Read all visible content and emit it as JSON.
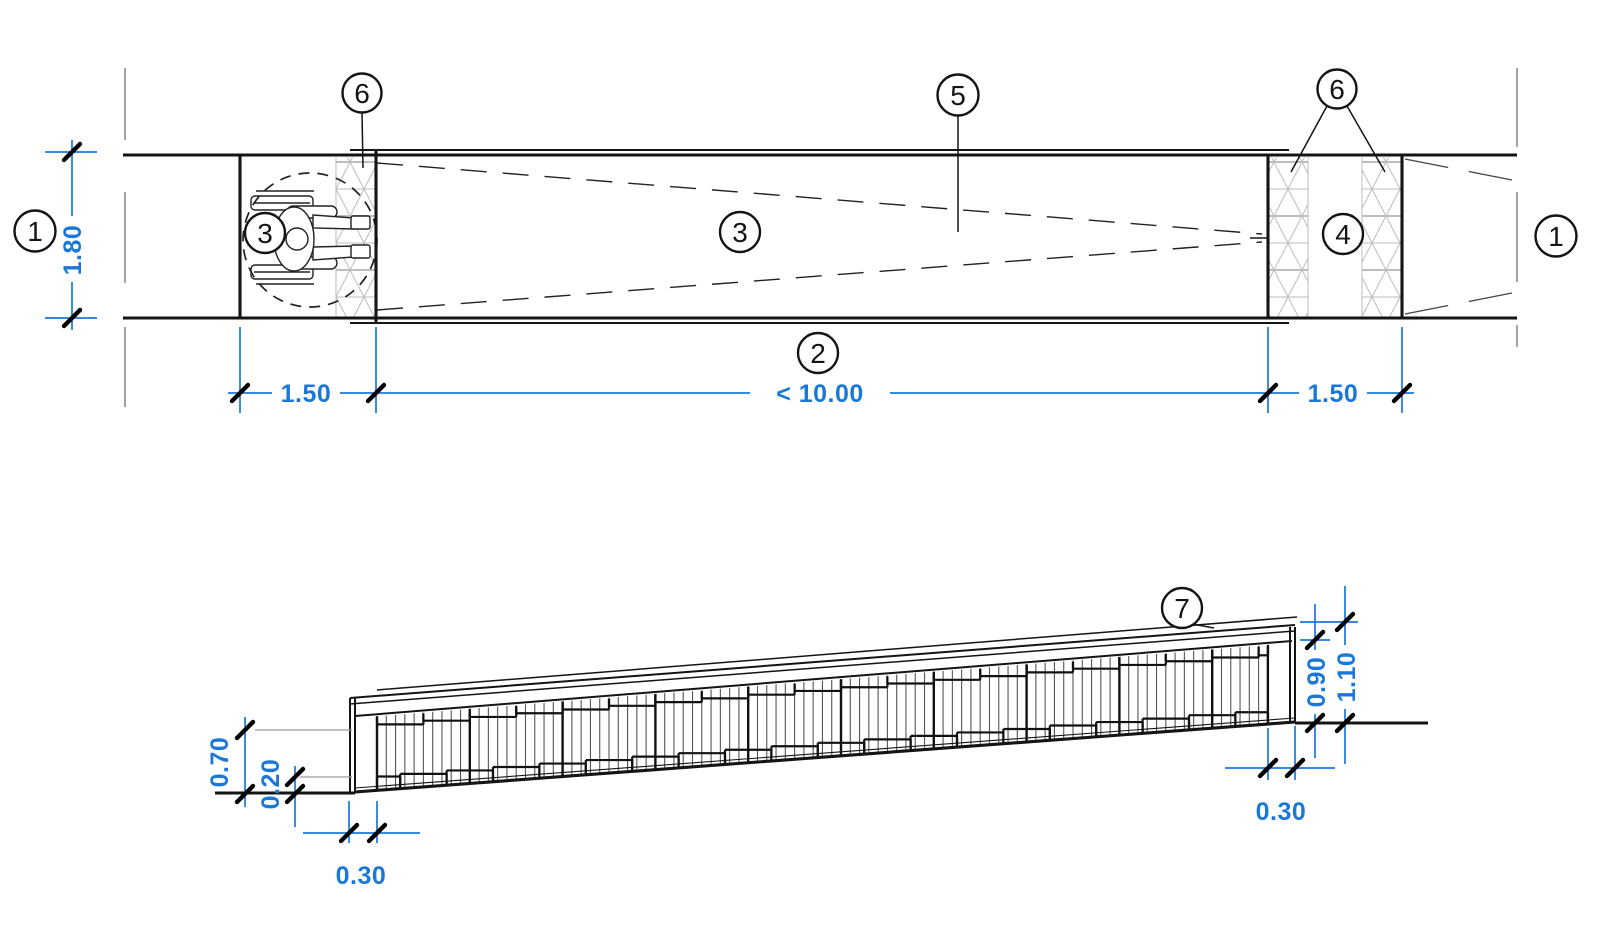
{
  "colors": {
    "dimension_blue": "#1a78d9",
    "line_black": "#141414",
    "hatch_gray": "#bdbdbd",
    "break_line_gray": "#8a8a8a"
  },
  "plan_view": {
    "dim_width": "1.80",
    "dim_landing_left": "1.50",
    "dim_ramp_length": "< 10.00",
    "dim_landing_right": "1.50",
    "callout_boundary_left": "1",
    "callout_boundary_right": "1",
    "callout_tactile_left": "6",
    "callout_tactile_right": "6",
    "callout_landing_zone": "3",
    "callout_ramp_surface": "3",
    "callout_handrail_plan": "5",
    "callout_ramp_run": "2",
    "callout_upper_landing": "4"
  },
  "elevation_view": {
    "callout_handrail": "7",
    "dim_total_rise": "0.70",
    "dim_lower_rail_height": "0.20",
    "dim_handrail_extension_left": "0.30",
    "dim_handrail_height": "0.90",
    "dim_overall_height": "1.10",
    "dim_handrail_extension_right": "0.30"
  }
}
